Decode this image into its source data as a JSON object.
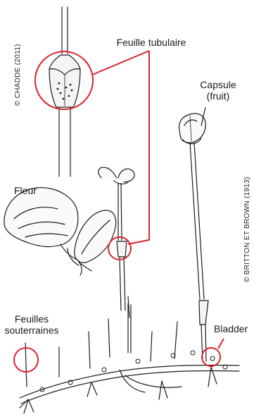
{
  "labels": {
    "feuille_tubulaire": "Feuille tubulaire",
    "capsule_line1": "Capsule",
    "capsule_line2": "(fruit)",
    "fleur": "Fleur",
    "feuilles_line1": "Feuilles",
    "feuilles_line2": "souterraines",
    "bladder": "Bladder"
  },
  "credits": {
    "left": "© CHADDE (2011)",
    "right": "© BRITTON ET BROWN (1913)"
  },
  "colors": {
    "highlight": "#d9232e",
    "ink": "#1a1a1a"
  }
}
